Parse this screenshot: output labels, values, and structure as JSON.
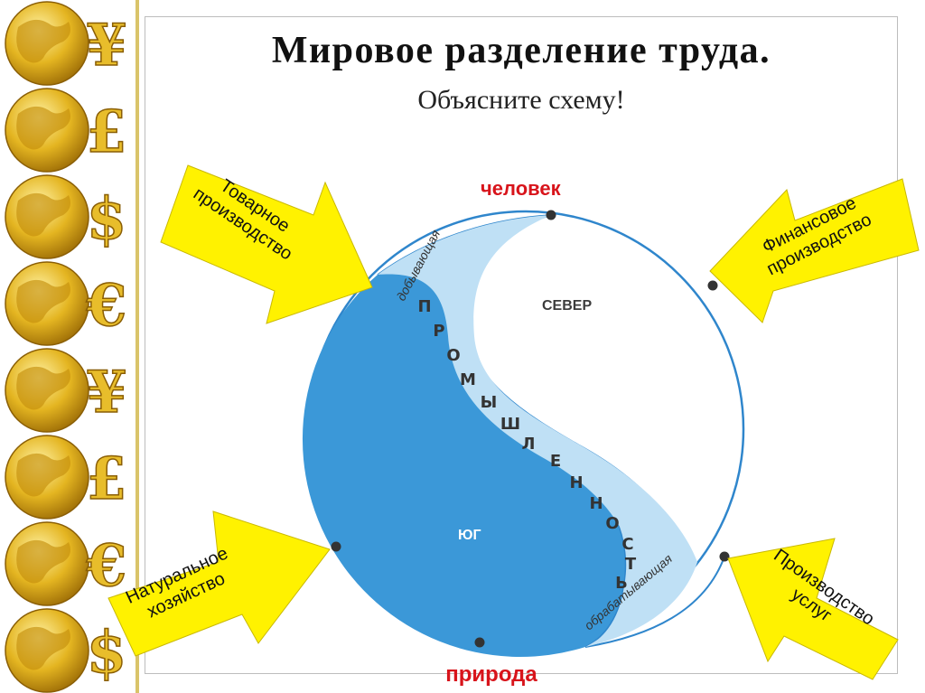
{
  "title": "Мировое разделение труда.",
  "subtitle": "Объясните схему!",
  "diagram": {
    "top_label": "человек",
    "bottom_label": "природа",
    "north_label": "СЕВЕР",
    "south_label": "ЮГ",
    "industry_word": [
      "П",
      "Р",
      "О",
      "М",
      "Ы",
      "Ш",
      "Л",
      "Е",
      "Н",
      "Н",
      "О",
      "С",
      "Т",
      "Ь"
    ],
    "extracting_label": "добывающая",
    "processing_label": "обрабатывающая",
    "colors": {
      "south": "#3b98d8",
      "industry": "#bfe0f5",
      "outline": "#2f86cc",
      "arrow": "#fff200",
      "label_red": "#d8141b"
    }
  },
  "arrows": {
    "tovarnoe": [
      "Товарное",
      "производство"
    ],
    "finansovoe": [
      "Финансовое",
      "производство"
    ],
    "naturalnoe": [
      "Натуральное",
      "хозяйство"
    ],
    "uslugi": [
      "Производство",
      "услуг"
    ]
  },
  "sidebar": {
    "currency_symbols": [
      "¥",
      "£",
      "$",
      "€",
      "¥",
      "£",
      "€",
      "$"
    ]
  }
}
